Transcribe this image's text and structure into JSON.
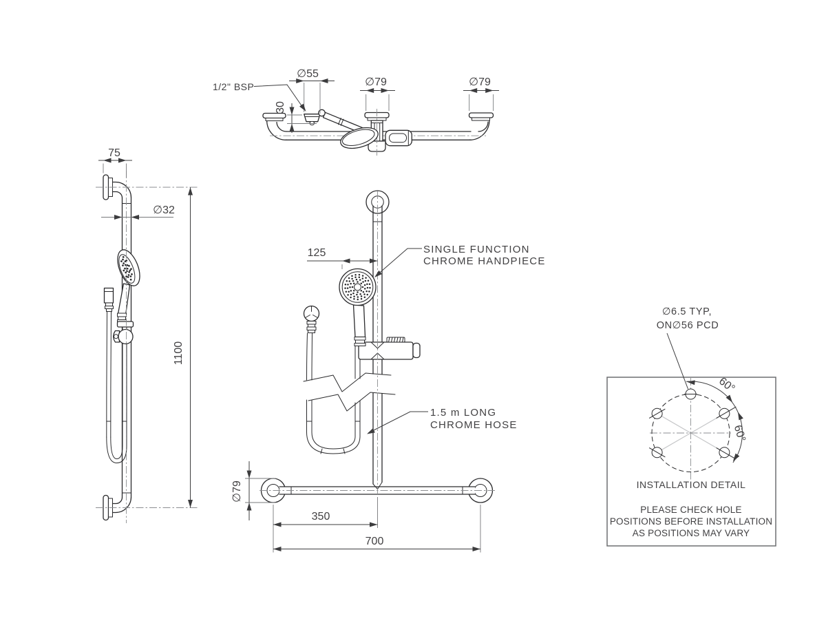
{
  "colors": {
    "outline": "#2a2a2c",
    "dim": "#3c3c3e",
    "ext": "#77787b",
    "center": "#8b8d90",
    "spoke": "#c6c7c9",
    "text": "#414042",
    "box": "#6d6e71"
  },
  "top_view": {
    "dim_d55": "∅55",
    "label_bsp": "1/2\" BSP",
    "dim_30": "30",
    "dim_d79_mid": "∅79",
    "dim_d79_right": "∅79"
  },
  "side_view": {
    "dim_75": "75",
    "dim_d32": "∅32",
    "dim_1100": "1100"
  },
  "front_view": {
    "dim_125": "125",
    "dim_d79": "∅79",
    "dim_350": "350",
    "dim_700": "700",
    "handpiece_label_line1": "SINGLE FUNCTION",
    "handpiece_label_line2": "CHROME HANDPIECE",
    "hose_label_line1": "1.5 m LONG",
    "hose_label_line2": "CHROME HOSE"
  },
  "installation_detail": {
    "callout_line1": "∅6.5 TYP,",
    "callout_line2": "ON∅56 PCD",
    "angle_top": "60°",
    "angle_side": "60°",
    "title": "INSTALLATION DETAIL",
    "note_line1": "PLEASE CHECK HOLE",
    "note_line2": "POSITIONS BEFORE INSTALLATION",
    "note_line3": "AS POSITIONS MAY VARY"
  }
}
